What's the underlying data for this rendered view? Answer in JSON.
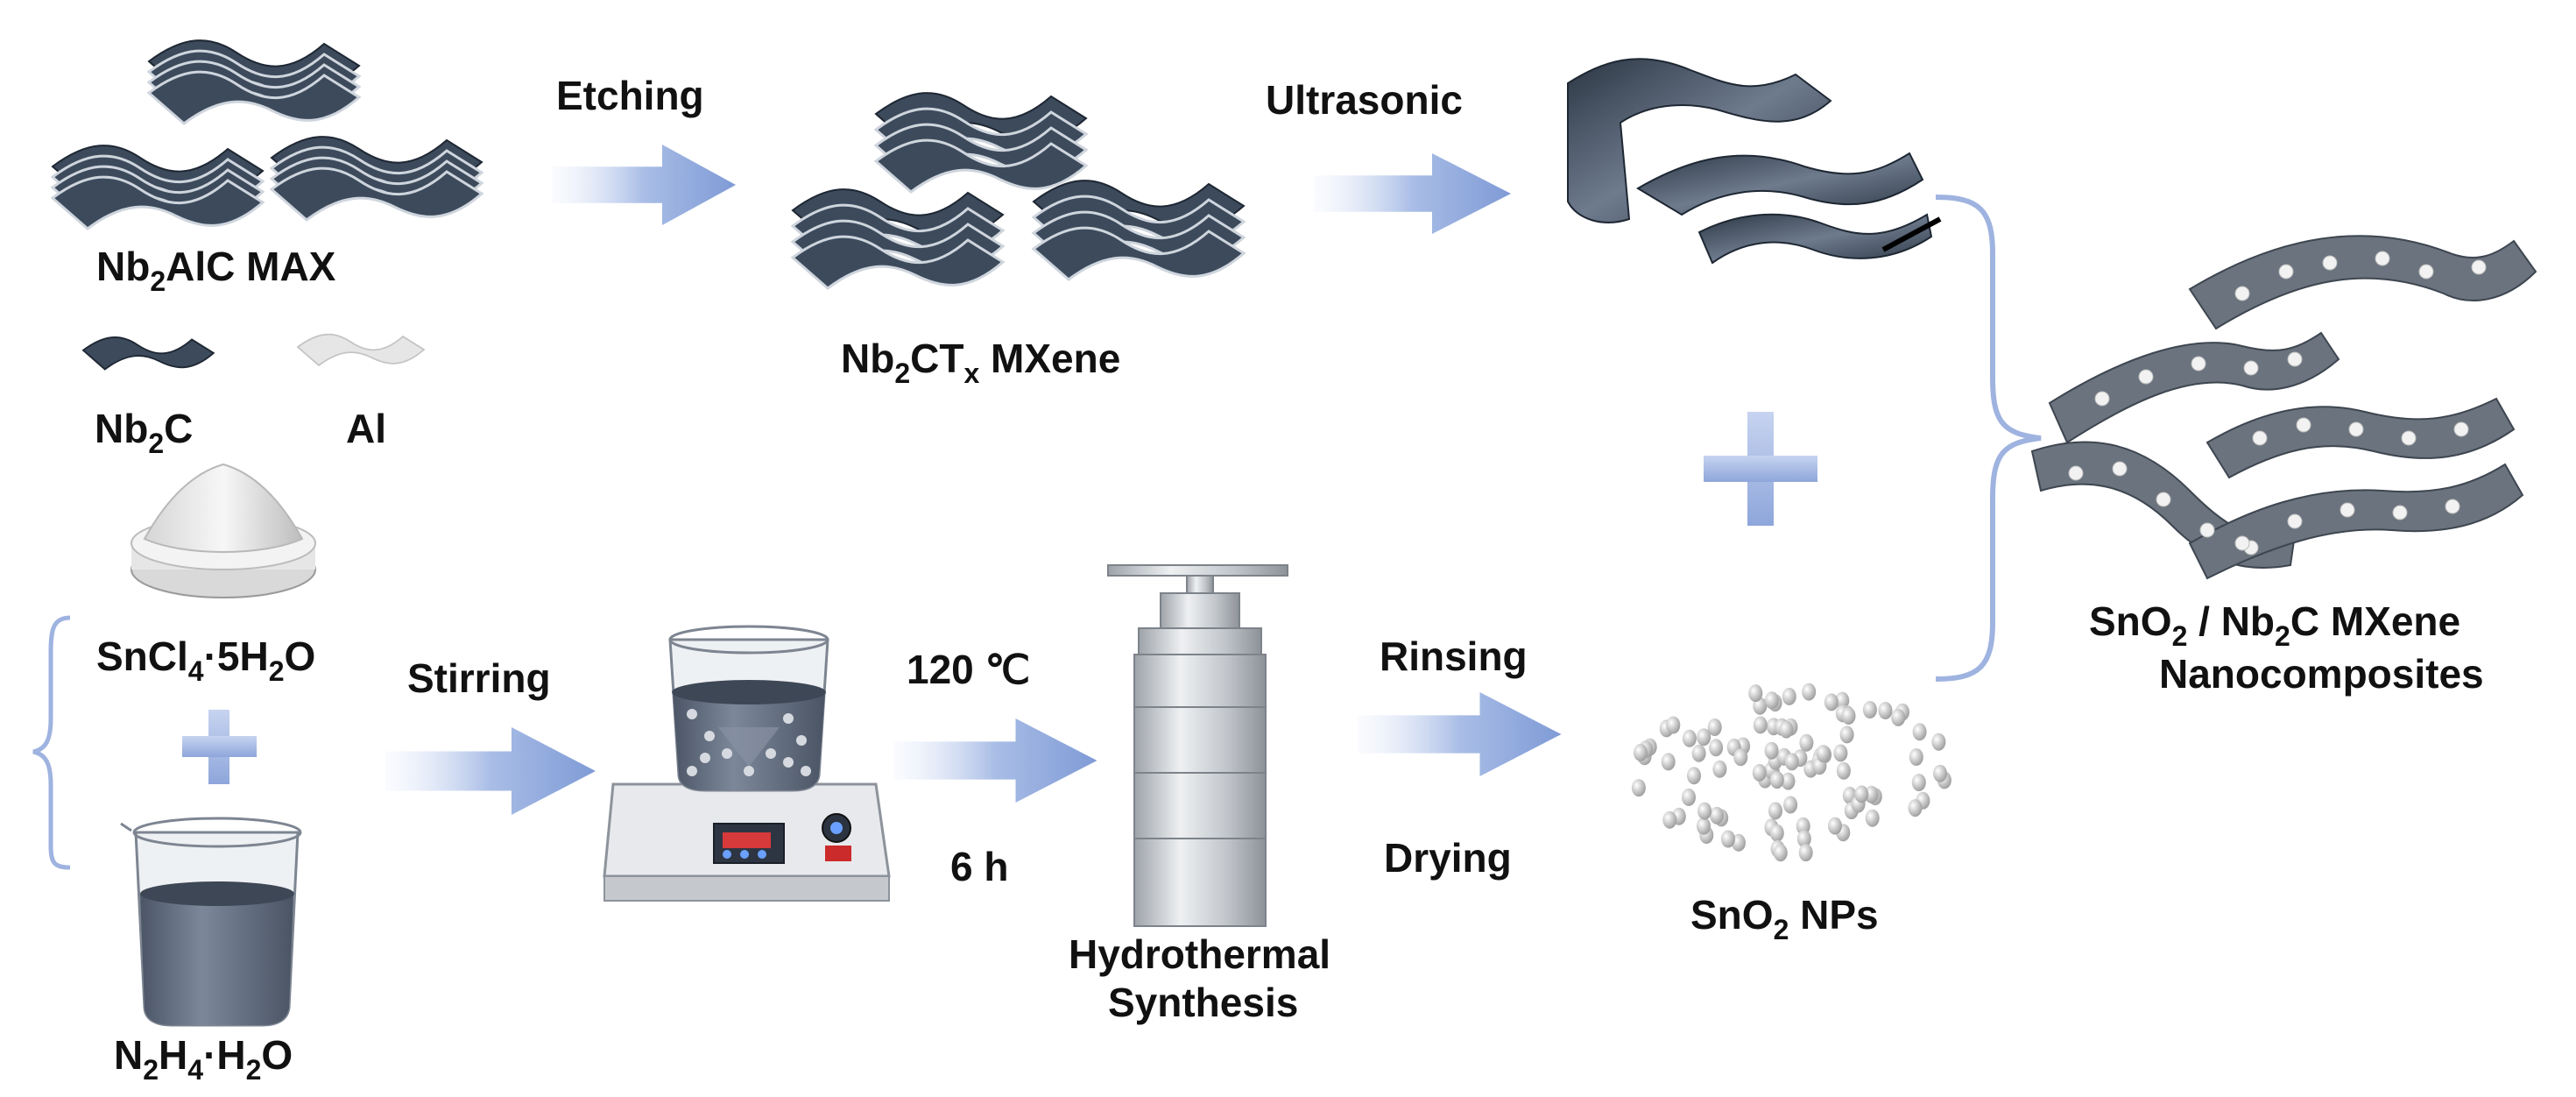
{
  "labels": {
    "nb2alc_max": {
      "main": "Nb",
      "sub": "2",
      "rest": "AlC MAX"
    },
    "nb2c": {
      "main": "Nb",
      "sub": "2",
      "rest": "C"
    },
    "al": "Al",
    "etching": "Etching",
    "nb2ctx": {
      "main": "Nb",
      "sub": "2",
      "mid": "CT",
      "sub2": "x",
      "rest": " MXene"
    },
    "ultrasonic": "Ultrasonic",
    "sncl4": {
      "main": "SnCl",
      "sub": "4",
      "rest": "·5H",
      "sub2": "2",
      "rest2": "O"
    },
    "n2h4": {
      "a": "N",
      "s1": "2",
      "b": "H",
      "s2": "4",
      "c": "·H",
      "s3": "2",
      "d": "O"
    },
    "stirring": "Stirring",
    "temp": "120 ℃",
    "time": "6 h",
    "hydrothermal": [
      "Hydrothermal",
      "Synthesis"
    ],
    "rinsing": "Rinsing",
    "drying": "Drying",
    "sno2_nps": {
      "main": "SnO",
      "sub": "2",
      "rest": " NPs"
    },
    "composite_line1": {
      "main": "SnO",
      "sub": "2",
      "mid": " / Nb",
      "sub2": "2",
      "rest": "C MXene"
    },
    "composite_line2": "Nanocomposites"
  },
  "colors": {
    "sheet": "#3c4a5c",
    "sheet_edge": "#1e2733",
    "arrow": "#8fa8d8",
    "bracket": "#9fb3e0",
    "plus": "#8fa8d8",
    "np": "#b7b7b7",
    "steel": "#c9ccd0",
    "composite_sheet": "#6a737e"
  },
  "icons": [
    "layered-sheet-icon",
    "beaker-icon",
    "magnetic-stirrer-icon",
    "autoclave-icon",
    "nanoparticle-icon",
    "powder-mound-icon"
  ]
}
